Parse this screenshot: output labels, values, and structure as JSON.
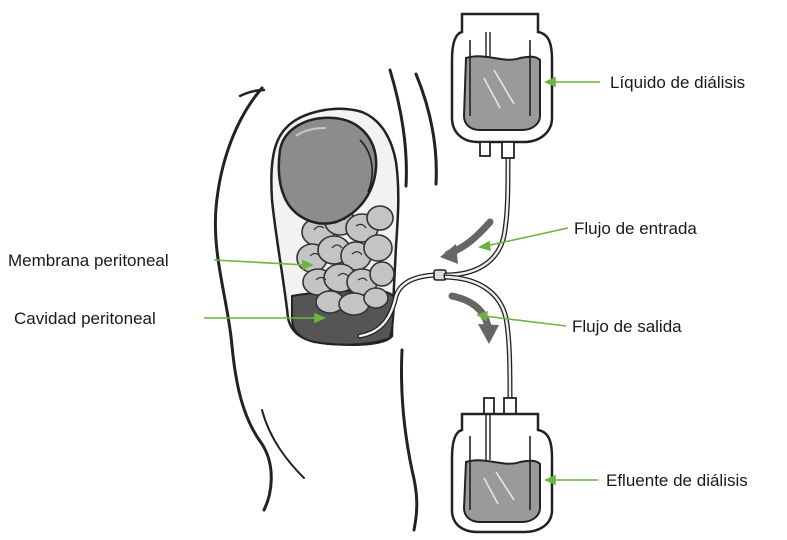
{
  "labels": {
    "liquido": "Líquido de diálisis",
    "flujo_entrada": "Flujo de entrada",
    "membrana": "Membrana peritoneal",
    "cavidad": "Cavidad peritoneal",
    "flujo_salida": "Flujo de salida",
    "efluente": "Efluente de diálisis"
  },
  "colors": {
    "leader_line": "#6db33f",
    "outline": "#222222",
    "liver": "#8c8c8c",
    "intestine": "#c4c4c4",
    "cavity_fluid": "#555555",
    "bag_fluid": "#9a9a9a",
    "flow_arrow": "#666666"
  }
}
